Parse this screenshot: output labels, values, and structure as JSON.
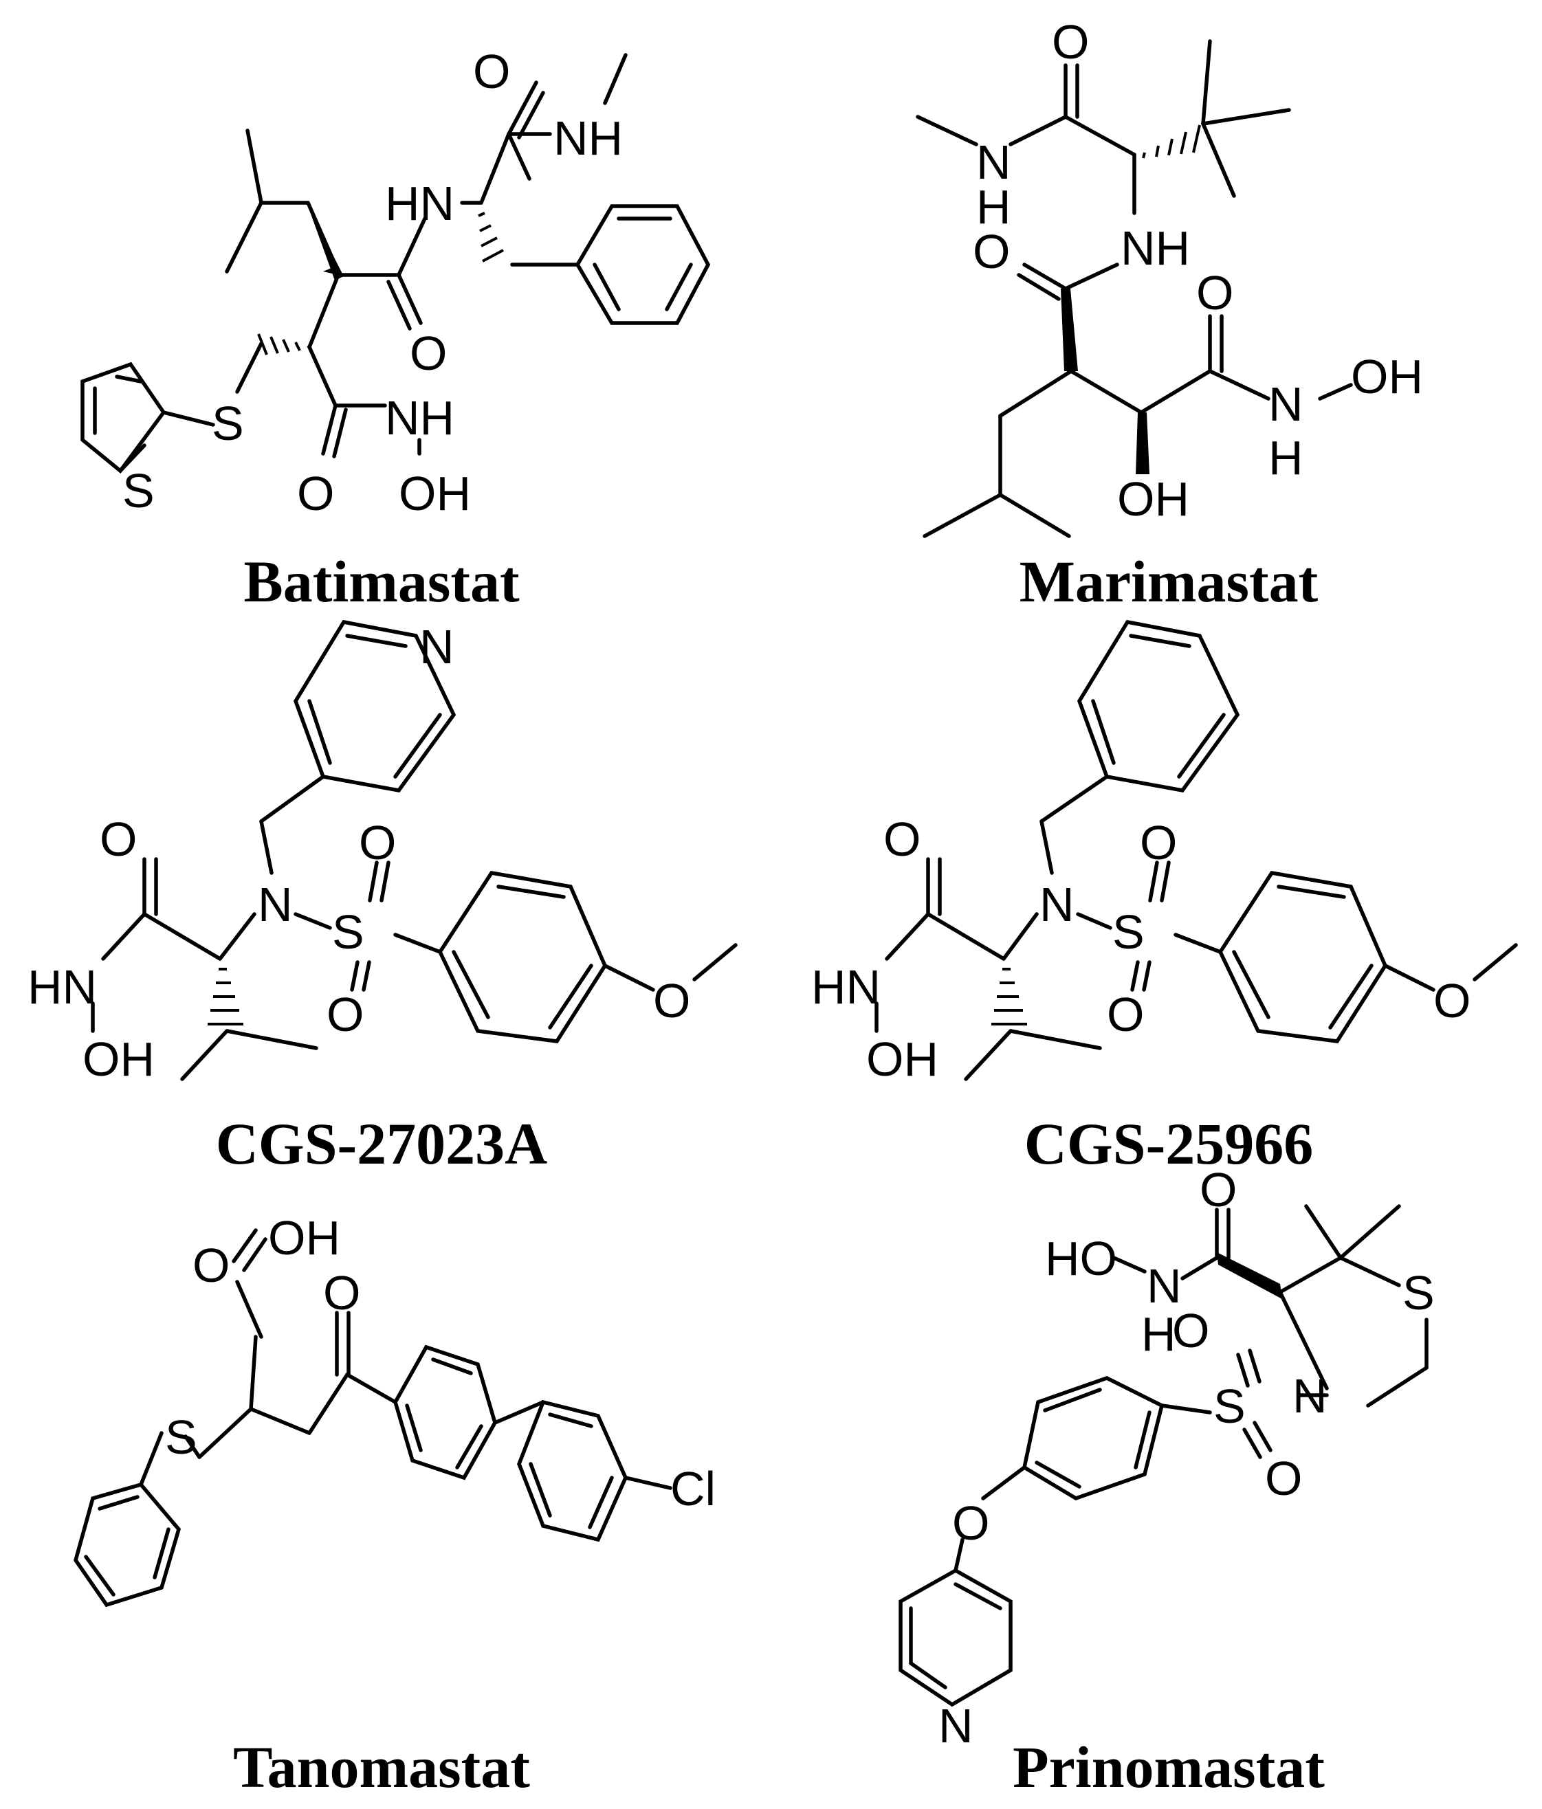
{
  "compounds": [
    {
      "name": "Batimastat",
      "atom_labels": [
        "O",
        "NH",
        "HN",
        "O",
        "S",
        "S",
        "O",
        "NH",
        "OH"
      ]
    },
    {
      "name": "Marimastat",
      "atom_labels": [
        "O",
        "N",
        "H",
        "NH",
        "O",
        "O",
        "N",
        "OH",
        "H",
        "OH"
      ]
    },
    {
      "name": "CGS-27023A",
      "atom_labels": [
        "N",
        "O",
        "N",
        "S",
        "O",
        "O",
        "HN",
        "OH",
        "O"
      ]
    },
    {
      "name": "CGS-25966",
      "atom_labels": [
        "O",
        "N",
        "S",
        "O",
        "O",
        "HN",
        "OH",
        "O"
      ]
    },
    {
      "name": "Tanomastat",
      "atom_labels": [
        "O",
        "OH",
        "O",
        "S",
        "Cl"
      ]
    },
    {
      "name": "Prinomastat",
      "atom_labels": [
        "O",
        "HO",
        "N",
        "H",
        "S",
        "O",
        "S",
        "N",
        "O",
        "O",
        "N"
      ]
    }
  ]
}
